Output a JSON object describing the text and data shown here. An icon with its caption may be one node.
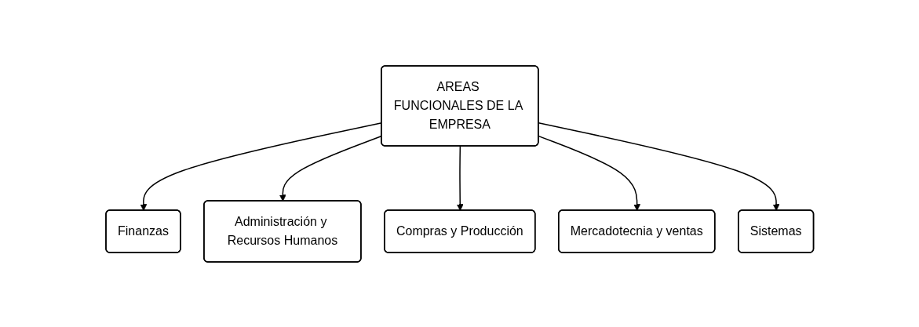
{
  "diagram": {
    "nodes": [
      {
        "text": [
          "AREAS FUNCIONALES DE LA EMPRESA"
        ]
      },
      {
        "text": [
          "Finanzas"
        ]
      },
      {
        "text": [
          "Administración y Recursos Humanos"
        ]
      },
      {
        "text": [
          "Compras y Producción"
        ]
      },
      {
        "text": [
          "Mercadotecnia y ventas"
        ]
      },
      {
        "text": [
          "Sistemas"
        ]
      }
    ],
    "edges": [
      {
        "from": 0,
        "to": 1,
        "arrow": "to"
      },
      {
        "from": 0,
        "to": 2,
        "arrow": "to"
      },
      {
        "from": 0,
        "to": 3,
        "arrow": "to"
      },
      {
        "from": 0,
        "to": 4,
        "arrow": "to"
      },
      {
        "from": 0,
        "to": 5,
        "arrow": "to"
      }
    ]
  }
}
